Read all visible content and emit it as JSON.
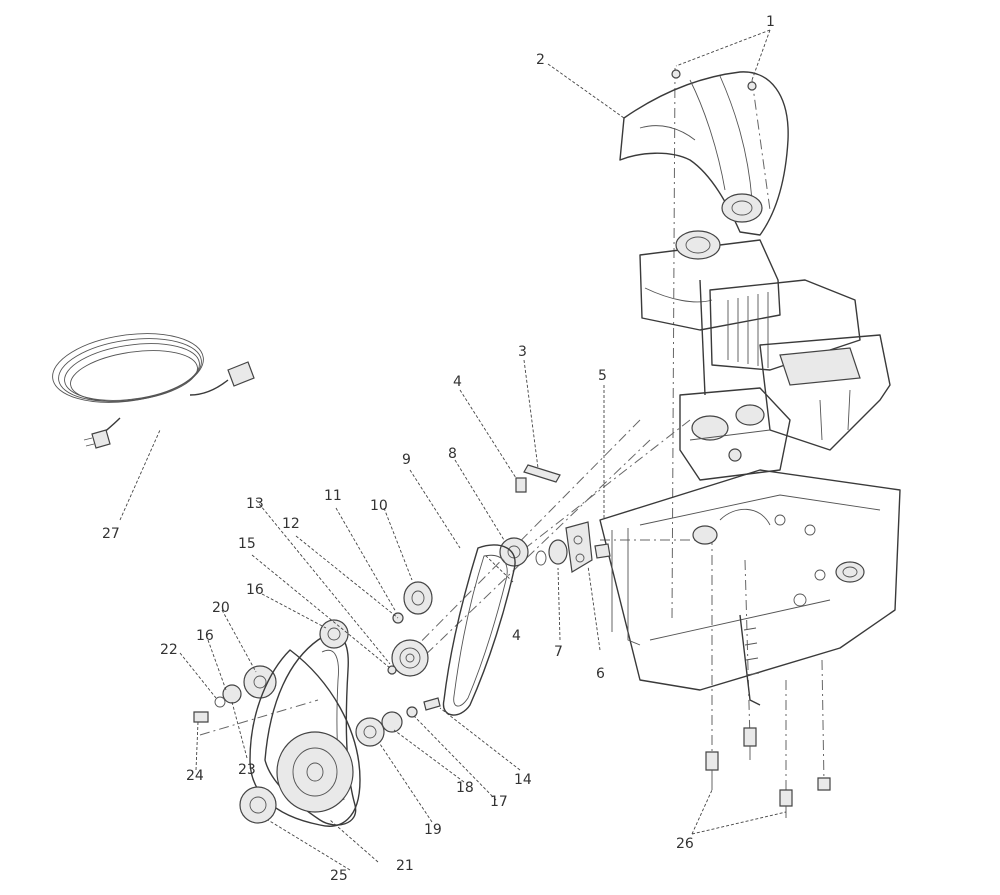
{
  "callouts": {
    "c1": "1",
    "c2": "2",
    "c3": "3",
    "c4a": "4",
    "c4b": "4",
    "c5": "5",
    "c6": "6",
    "c7": "7",
    "c8": "8",
    "c9": "9",
    "c10": "10",
    "c11": "11",
    "c12": "12",
    "c13": "13",
    "c14": "14",
    "c15": "15",
    "c16a": "16",
    "c16b": "16",
    "c17": "17",
    "c18": "18",
    "c19": "19",
    "c20": "20",
    "c21": "21",
    "c22": "22",
    "c23": "23",
    "c24": "24",
    "c25": "25",
    "c26": "26",
    "c27": "27"
  }
}
